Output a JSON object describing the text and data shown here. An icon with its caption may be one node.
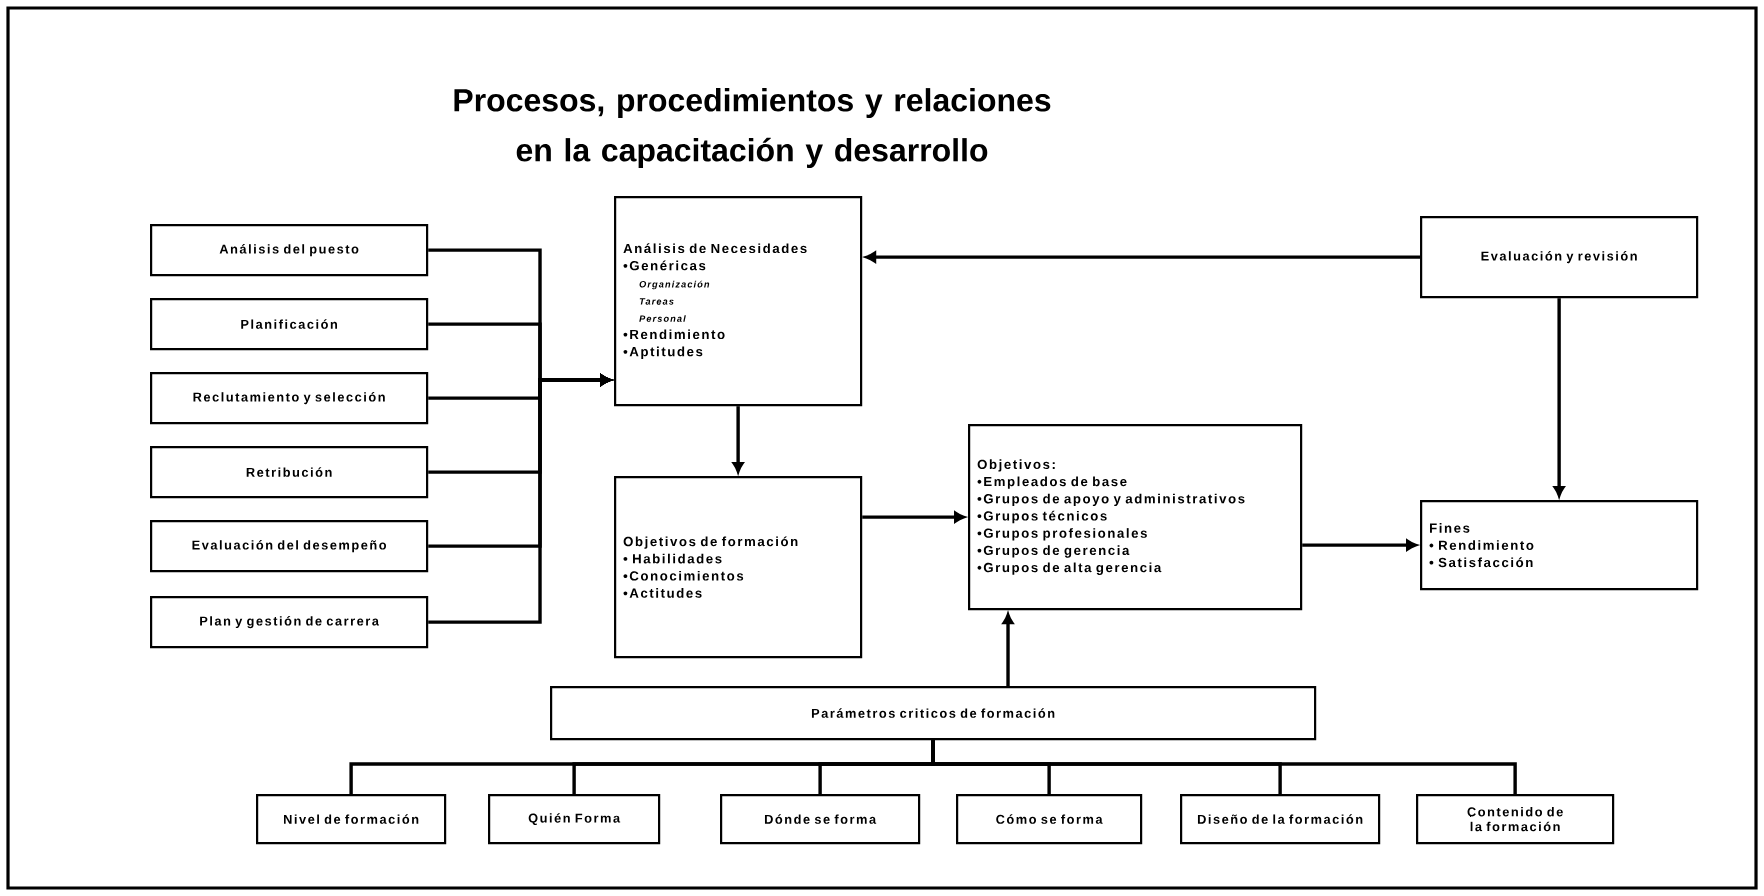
{
  "diagram": {
    "title": "Procesos, procedimientos y relaciones en la capacitación y desarrollo",
    "nodes": [
      {
        "text": [
          "Análisis del puesto"
        ]
      },
      {
        "text": [
          "Planificación"
        ]
      },
      {
        "text": [
          "Reclutamiento y selección"
        ]
      },
      {
        "text": [
          "Retribución"
        ]
      },
      {
        "text": [
          "Evaluación del desempeño"
        ]
      },
      {
        "text": [
          "Plan y gestión de carrera"
        ]
      },
      {
        "text": [
          "Análisis de Necesidades",
          "•Genéricas",
          "Organización",
          "Tareas",
          "Personal",
          "•Rendimiento",
          "•Aptitudes"
        ]
      },
      {
        "text": [
          "Evaluación y revisión"
        ]
      },
      {
        "text": [
          "Objetivos de formación",
          "• Habilidades",
          "•Conocimientos",
          "•Actitudes"
        ]
      },
      {
        "text": [
          "Objetivos:",
          "•Empleados de base",
          "•Grupos de apoyo y administrativos",
          "•Grupos técnicos",
          "•Grupos profesionales",
          "•Grupos de gerencia",
          "•Grupos de alta gerencia"
        ]
      },
      {
        "text": [
          "Fines",
          "• Rendimiento",
          "• Satisfacción"
        ]
      },
      {
        "text": [
          "Parámetros criticos de formación"
        ]
      },
      {
        "text": [
          "Nivel de formación"
        ]
      },
      {
        "text": [
          "Quién Forma"
        ]
      },
      {
        "text": [
          "Dónde se forma"
        ]
      },
      {
        "text": [
          "Cómo se forma"
        ]
      },
      {
        "text": [
          "Diseño de la formación"
        ]
      },
      {
        "text": [
          "Contenido de la formación"
        ]
      }
    ],
    "edges": [
      {
        "from": 0,
        "to": 6,
        "arrow": "to"
      },
      {
        "from": 1,
        "to": 6,
        "arrow": "to"
      },
      {
        "from": 2,
        "to": 6,
        "arrow": "to"
      },
      {
        "from": 3,
        "to": 6,
        "arrow": "to"
      },
      {
        "from": 4,
        "to": 6,
        "arrow": "to"
      },
      {
        "from": 5,
        "to": 6,
        "arrow": "to"
      },
      {
        "from": 7,
        "to": 6,
        "arrow": "to"
      },
      {
        "from": 6,
        "to": 8,
        "arrow": "to"
      },
      {
        "from": 8,
        "to": 9,
        "arrow": "to"
      },
      {
        "from": 11,
        "to": 9,
        "arrow": "to"
      },
      {
        "from": 9,
        "to": 10,
        "arrow": "to"
      },
      {
        "from": 7,
        "to": 10,
        "arrow": "to"
      },
      {
        "from": 11,
        "to": 12,
        "arrow": "none"
      },
      {
        "from": 11,
        "to": 13,
        "arrow": "none"
      },
      {
        "from": 11,
        "to": 14,
        "arrow": "none"
      },
      {
        "from": 11,
        "to": 15,
        "arrow": "none"
      },
      {
        "from": 11,
        "to": 16,
        "arrow": "none"
      },
      {
        "from": 11,
        "to": 17,
        "arrow": "none"
      }
    ]
  }
}
